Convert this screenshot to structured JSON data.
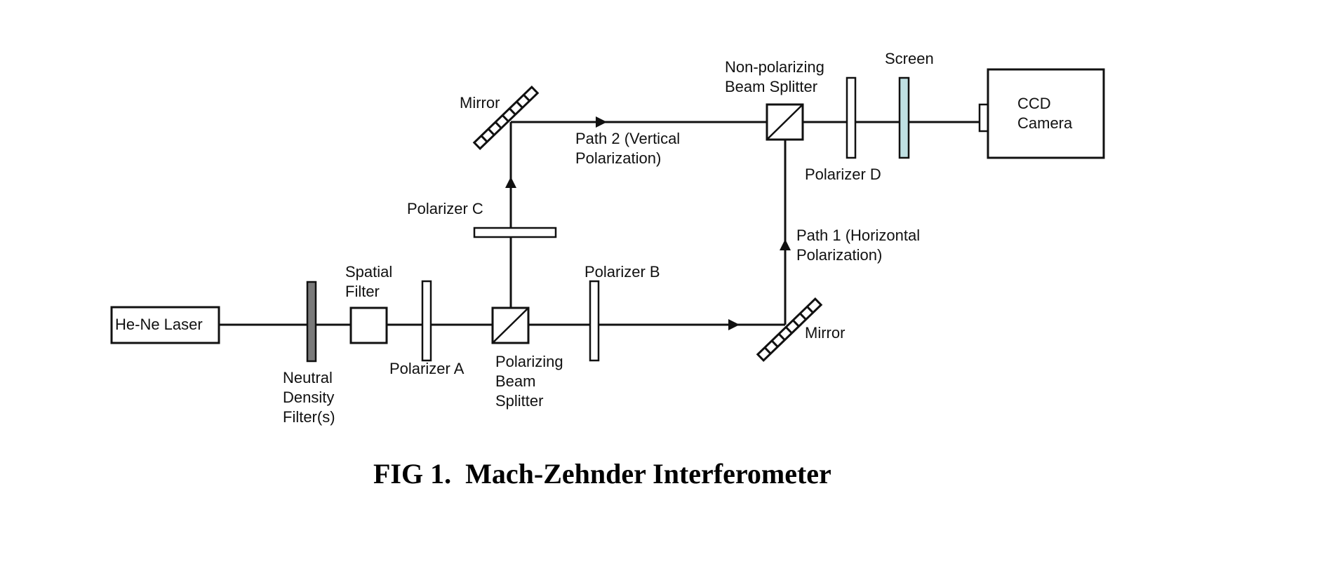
{
  "figure": {
    "caption": "FIG 1.  Mach-Zehnder Interferometer",
    "colors": {
      "line": "#111111",
      "nd_filter_fill": "#7a7a7a",
      "screen_fill": "#bfe0e3",
      "optic_fill": "#ffffff"
    },
    "components": {
      "laser": "He-Ne Laser",
      "nd_filter": "Neutral\nDensity\nFilter(s)",
      "spatial_filter": "Spatial\nFilter",
      "polarizer_a": "Polarizer A",
      "pbs": "Polarizing\nBeam\nSplitter",
      "polarizer_b": "Polarizer B",
      "polarizer_c": "Polarizer C",
      "mirror_top": "Mirror",
      "mirror_bottom": "Mirror",
      "path2": "Path 2 (Vertical\nPolarization)",
      "path1": "Path 1 (Horizontal\nPolarization)",
      "npbs": "Non-polarizing\nBeam Splitter",
      "polarizer_d": "Polarizer D",
      "screen": "Screen",
      "ccd": "CCD\nCamera"
    }
  }
}
